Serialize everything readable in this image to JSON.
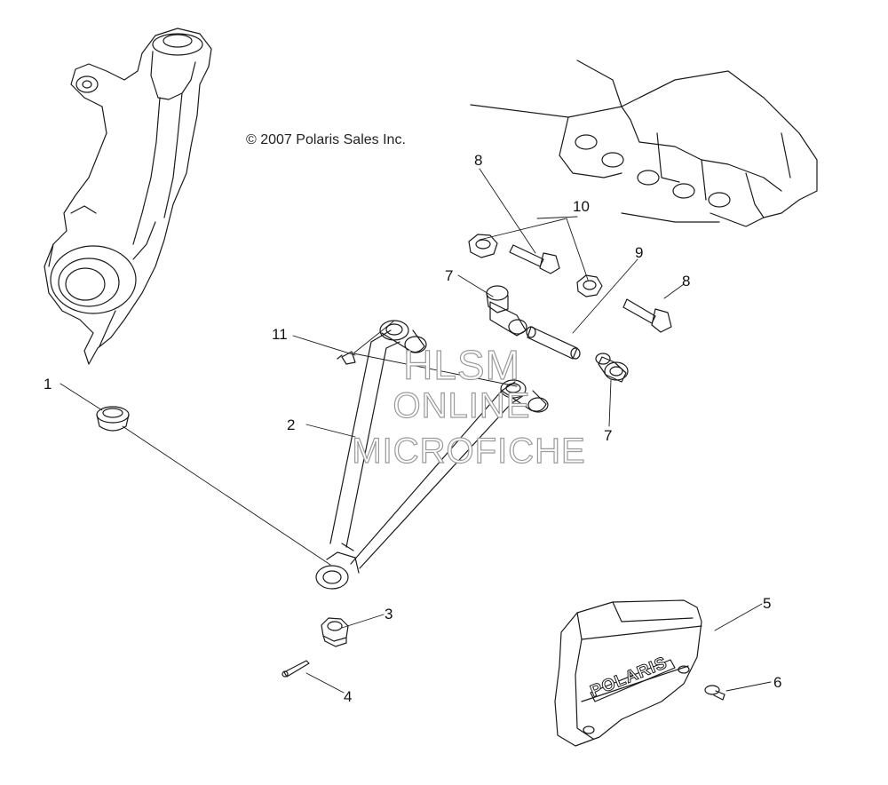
{
  "copyright": "© 2007 Polaris Sales Inc.",
  "watermark": {
    "line1": "HLSM",
    "line2": "ONLINE",
    "line3": "MICROFICHE"
  },
  "brand_text": "POLARIS",
  "callouts": [
    {
      "id": "c1",
      "label": "1"
    },
    {
      "id": "c2",
      "label": "2"
    },
    {
      "id": "c3",
      "label": "3"
    },
    {
      "id": "c4",
      "label": "4"
    },
    {
      "id": "c5",
      "label": "5"
    },
    {
      "id": "c6",
      "label": "6"
    },
    {
      "id": "c7a",
      "label": "7"
    },
    {
      "id": "c7b",
      "label": "7"
    },
    {
      "id": "c8a",
      "label": "8"
    },
    {
      "id": "c8b",
      "label": "8"
    },
    {
      "id": "c9",
      "label": "9"
    },
    {
      "id": "c10",
      "label": "10"
    },
    {
      "id": "c11",
      "label": "11"
    }
  ]
}
